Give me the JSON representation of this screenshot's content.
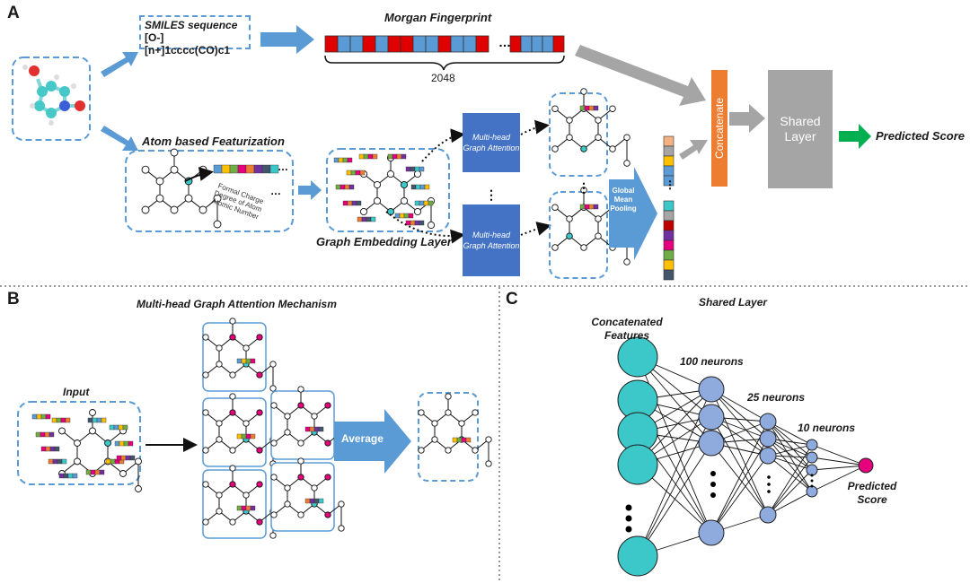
{
  "panels": {
    "a": "A",
    "b": "B",
    "c": "C"
  },
  "panel_a": {
    "smiles_title": "SMILES sequence",
    "smiles_value": "[O-][n+]1cccc(CO)c1",
    "morgan_title": "Morgan Fingerprint",
    "morgan_length": "2048",
    "atom_featurization": "Atom based Featurization",
    "feature_labels": [
      "Formal Charge",
      "Degree of Atom",
      "Atomic Number"
    ],
    "graph_embedding": "Graph Embedding Layer",
    "gat_label": "Multi-head Graph Attention",
    "pooling_label": "Global Mean Pooling",
    "concatenate": "Concatenate",
    "shared_layer": "Shared Layer",
    "predicted_score": "Predicted Score"
  },
  "panel_b": {
    "title": "Multi-head Graph Attention Mechanism",
    "input": "Input",
    "average": "Average"
  },
  "panel_c": {
    "title": "Shared Layer",
    "concat_features": "Concatenated Features",
    "l1": "100 neurons",
    "l2": "25 neurons",
    "l3": "10 neurons",
    "output": "Predicted Score"
  },
  "colors": {
    "arrow_blue": "#5b9bd5",
    "arrow_gray": "#a5a5a5",
    "gat_blue": "#4472c4",
    "concat_orange": "#ed7d31",
    "output_green": "#00b050",
    "neuron_teal": "#3cc8c8",
    "neuron_blue": "#8faadc",
    "output_pink": "#e6007e"
  }
}
